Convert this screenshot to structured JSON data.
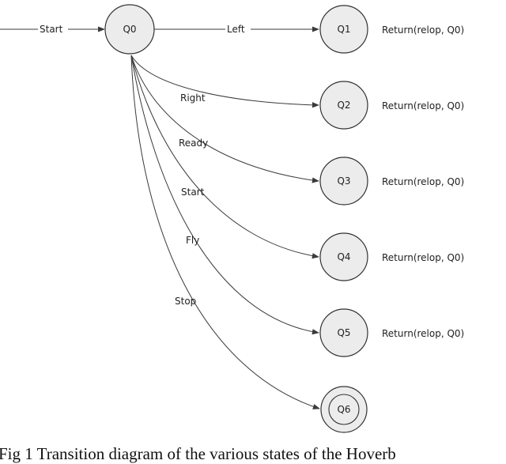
{
  "diagram": {
    "states": [
      {
        "id": "Q0",
        "label": "Q0",
        "type": "start"
      },
      {
        "id": "Q1",
        "label": "Q1",
        "type": "normal"
      },
      {
        "id": "Q2",
        "label": "Q2",
        "type": "normal"
      },
      {
        "id": "Q3",
        "label": "Q3",
        "type": "normal"
      },
      {
        "id": "Q4",
        "label": "Q4",
        "type": "normal"
      },
      {
        "id": "Q5",
        "label": "Q5",
        "type": "normal"
      },
      {
        "id": "Q6",
        "label": "Q6",
        "type": "accepting"
      }
    ],
    "transitions": [
      {
        "from": "start",
        "to": "Q0",
        "label": "Start"
      },
      {
        "from": "Q0",
        "to": "Q1",
        "label": "Left"
      },
      {
        "from": "Q0",
        "to": "Q2",
        "label": "Right"
      },
      {
        "from": "Q0",
        "to": "Q3",
        "label": "Ready"
      },
      {
        "from": "Q0",
        "to": "Q4",
        "label": "Start"
      },
      {
        "from": "Q0",
        "to": "Q5",
        "label": "Fly"
      },
      {
        "from": "Q0",
        "to": "Q6",
        "label": "Stop"
      }
    ],
    "actions": [
      {
        "state": "Q1",
        "text": "Return(relop, Q0)"
      },
      {
        "state": "Q2",
        "text": "Return(relop, Q0)"
      },
      {
        "state": "Q3",
        "text": "Return(relop, Q0)"
      },
      {
        "state": "Q4",
        "text": "Return(relop, Q0)"
      },
      {
        "state": "Q5",
        "text": "Return(relop, Q0)"
      }
    ],
    "caption": "Fig 1 Transition diagram of the various states of the Hoverb",
    "colors": {
      "node_fill": "#ececec",
      "stroke": "#333333",
      "text": "#222222"
    }
  }
}
